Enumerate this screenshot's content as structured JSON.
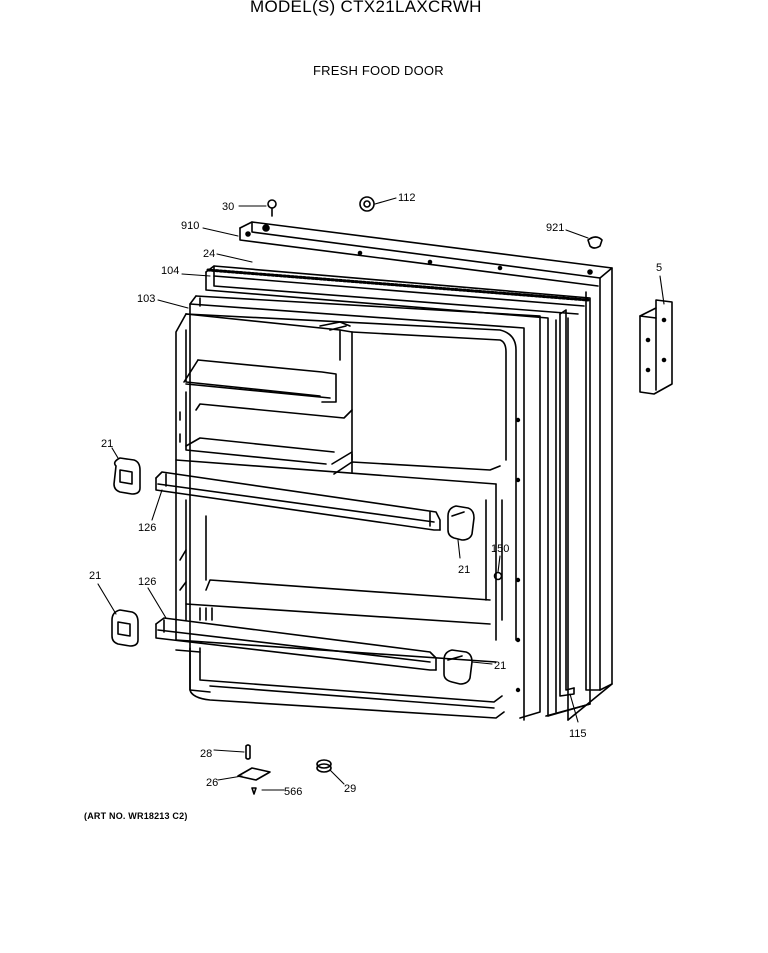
{
  "header": {
    "model": "MODEL(S) CTX21LAXCRWH",
    "section": "FRESH FOOD DOOR"
  },
  "footer": {
    "art_number": "(ART NO. WR18213 C2)"
  },
  "callouts": [
    {
      "id": "c30",
      "label": "30"
    },
    {
      "id": "c112",
      "label": "112"
    },
    {
      "id": "c910",
      "label": "910"
    },
    {
      "id": "c921",
      "label": "921"
    },
    {
      "id": "c24",
      "label": "24"
    },
    {
      "id": "c104",
      "label": "104"
    },
    {
      "id": "c5",
      "label": "5"
    },
    {
      "id": "c103",
      "label": "103"
    },
    {
      "id": "c21a",
      "label": "21"
    },
    {
      "id": "c126a",
      "label": "126"
    },
    {
      "id": "c21b",
      "label": "21"
    },
    {
      "id": "c150",
      "label": "150"
    },
    {
      "id": "c21c",
      "label": "21"
    },
    {
      "id": "c126b",
      "label": "126"
    },
    {
      "id": "c21d",
      "label": "21"
    },
    {
      "id": "c115",
      "label": "115"
    },
    {
      "id": "c28",
      "label": "28"
    },
    {
      "id": "c26",
      "label": "26"
    },
    {
      "id": "c566",
      "label": "566"
    },
    {
      "id": "c29",
      "label": "29"
    }
  ]
}
